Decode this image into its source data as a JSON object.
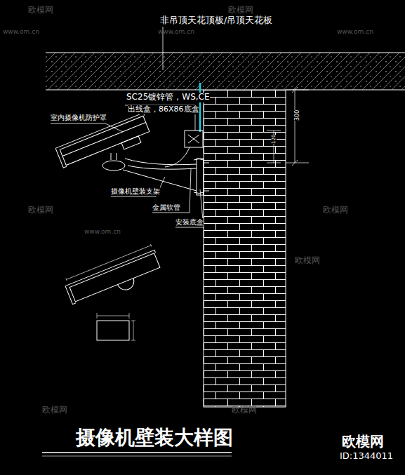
{
  "diagram": {
    "title": "摄像机壁装大样图",
    "labels": [
      "非吊顶天花顶板/吊顶天花板",
      "SC25镀锌管，WS,CE",
      "出线盒，86X86底盒",
      "室内摄像机防护罩",
      "摄像机壁装支架",
      "金属软管",
      "安装底盒",
      "300",
      "120",
      "欧模网",
      "ID:1344011",
      "欧模网",
      "欧模网",
      "欧模网",
      "欧模网",
      "欧模网",
      "欧模网",
      "欧模网",
      "www.om.cn",
      "www.om.cn",
      "www.om.cn",
      "www.om.cn"
    ]
  }
}
